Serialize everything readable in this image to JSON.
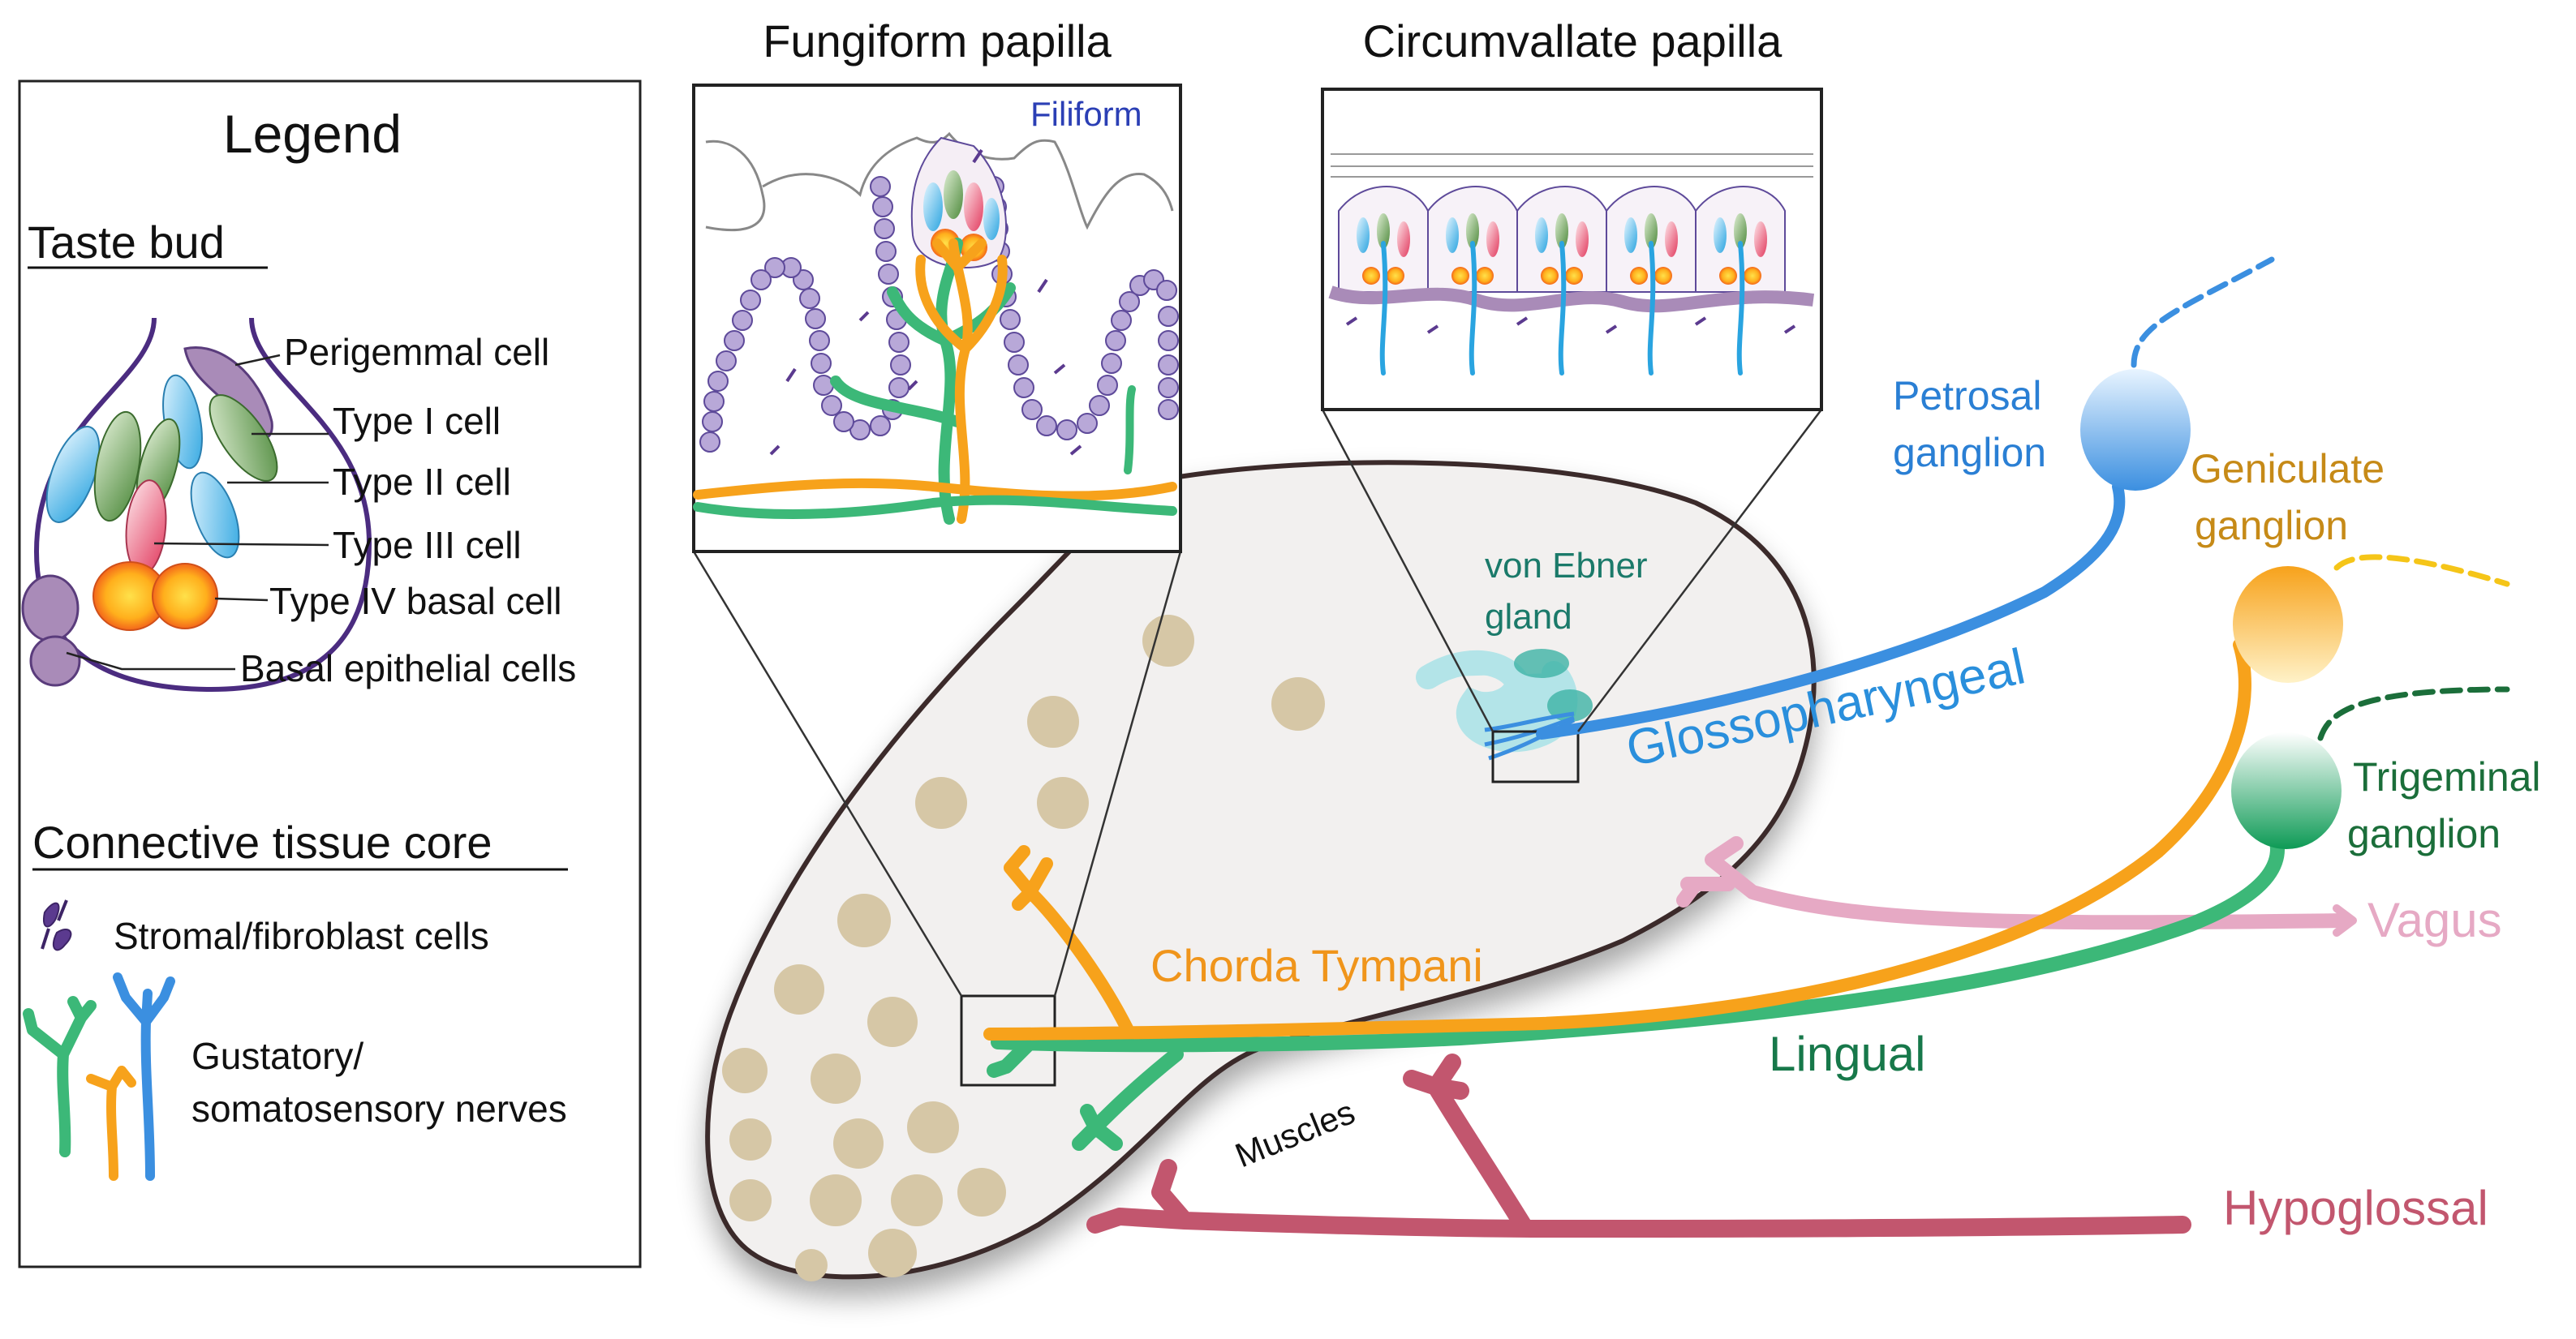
{
  "legend": {
    "title": "Legend",
    "taste_bud_heading": "Taste bud",
    "cells": {
      "perigemmal": "Perigemmal cell",
      "type1": "Type I cell",
      "type2": "Type II cell",
      "type3": "Type III cell",
      "type4": "Type IV basal cell",
      "basal": "Basal epithelial cells"
    },
    "connective_heading": "Connective tissue core",
    "stromal": "Stromal/fibroblast cells",
    "nerves_line1": "Gustatory/",
    "nerves_line2": "somatosensory nerves"
  },
  "insets": {
    "fungiform_title": "Fungiform papilla",
    "filiform": "Filiform",
    "circumvallate_title": "Circumvallate papilla"
  },
  "tongue": {
    "von_ebner_line1": "von Ebner",
    "von_ebner_line2": "gland",
    "muscles": "Muscles"
  },
  "nerves": {
    "chorda": "Chorda Tympani",
    "lingual": "Lingual",
    "glosso": "Glossopharyngeal",
    "vagus": "Vagus",
    "hypoglossal": "Hypoglossal"
  },
  "ganglia": {
    "petrosal_line1": "Petrosal",
    "petrosal_line2": "ganglion",
    "geniculate_line1": "Geniculate",
    "geniculate_line2": "ganglion",
    "trigeminal_line1": "Trigeminal",
    "trigeminal_line2": "ganglion"
  },
  "colors": {
    "chorda": "#f7a21b",
    "lingual": "#3cb878",
    "glosso": "#3b8fe0",
    "vagus": "#e6a9c4",
    "hypoglossal": "#c2566e",
    "trigeminal_text": "#1b6e3a",
    "lingual_text": "#17784a",
    "petrosal_text": "#2a7fd4",
    "geniculate_text": "#c68a17",
    "filiform_text": "#2b3fb5",
    "ebner_text": "#1b7a6a",
    "outline": "#3a2a2a",
    "bud_outline": "#4b2c80",
    "tan": "#d6c7a6"
  }
}
